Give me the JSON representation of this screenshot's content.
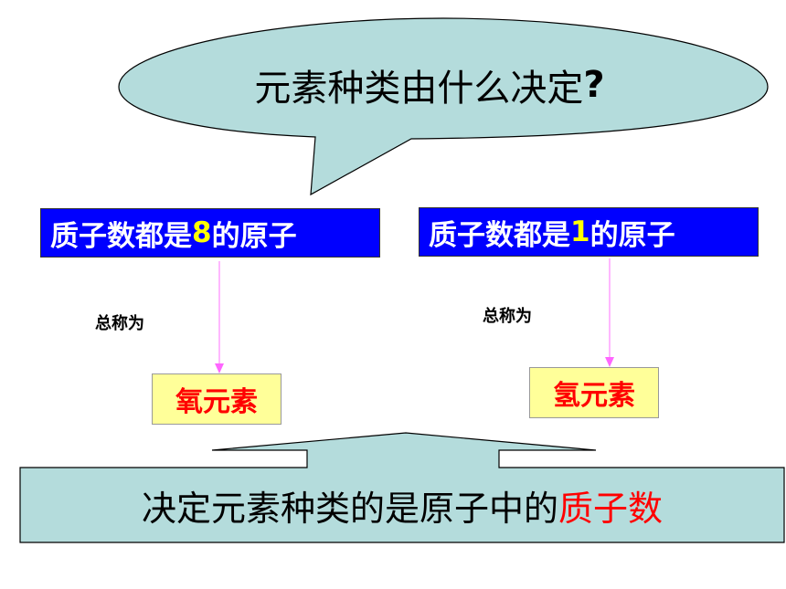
{
  "question": {
    "text": "元素种类由什么决定",
    "mark": "?"
  },
  "left_box": {
    "prefix": "质子数都是",
    "number": "8",
    "suffix": "的原子"
  },
  "right_box": {
    "prefix": "质子数都是",
    "number": "1",
    "suffix": "的原子"
  },
  "left_label": "总称为",
  "right_label": "总称为",
  "left_element": "氧元素",
  "right_element": "氢元素",
  "conclusion": {
    "text": "决定元素种类的是原子中的",
    "highlight": "质子数"
  },
  "colors": {
    "bubble_fill": "#b4dcdc",
    "blue_box": "#0000ff",
    "number_highlight": "#ffff00",
    "element_box": "#ffff99",
    "element_text": "#ff0000",
    "arrow": "#ff99ff",
    "conclusion_highlight": "#ff0000"
  }
}
